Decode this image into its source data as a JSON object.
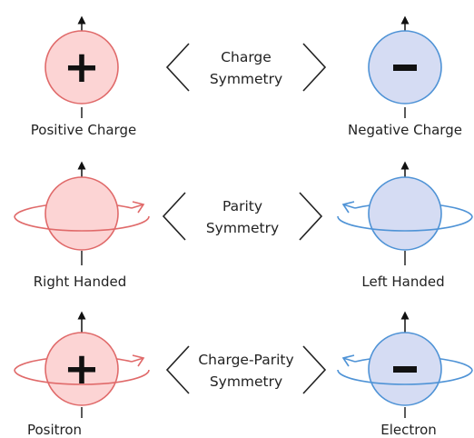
{
  "colors": {
    "positive_fill": "#fcd4d4",
    "positive_stroke": "#e06a6a",
    "negative_fill": "#d5dcf3",
    "negative_stroke": "#4f93d6",
    "ink": "#222222"
  },
  "rows": [
    {
      "left": {
        "label": "Positive Charge",
        "sign": "+"
      },
      "right": {
        "label": "Negative Charge",
        "sign": "−"
      },
      "symmetry": {
        "line1": "Charge",
        "line2": "Symmetry"
      }
    },
    {
      "left": {
        "label": "Right Handed",
        "sign": ""
      },
      "right": {
        "label": "Left Handed",
        "sign": ""
      },
      "symmetry": {
        "line1": "Parity",
        "line2": "Symmetry"
      }
    },
    {
      "left": {
        "label": "Positron",
        "sign": "+"
      },
      "right": {
        "label": "Electron",
        "sign": "−"
      },
      "symmetry": {
        "line1": "Charge-Parity",
        "line2": "Symmetry"
      }
    }
  ]
}
